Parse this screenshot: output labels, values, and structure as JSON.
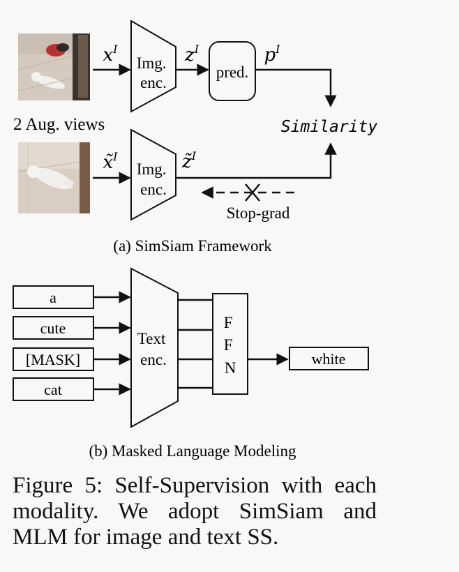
{
  "colors": {
    "ink": "#111111",
    "background": "#f8f8f8",
    "photo_floor": "#d2c9bc",
    "cat_fur": "#f2f0ec"
  },
  "icons": {
    "aug_view_top": "cat-photo-icon",
    "aug_view_bottom": "cat-photo-icon",
    "stop_grad_mark": "cross-icon"
  },
  "simsiam": {
    "aug_views_label": "2 Aug. views",
    "encoder_top": [
      "Img.",
      "enc."
    ],
    "encoder_bottom": [
      "Img.",
      "enc."
    ],
    "predictor": "pred.",
    "x_label": {
      "base": "x",
      "sup": "I"
    },
    "z_label": {
      "base": "z",
      "sup": "I"
    },
    "p_label": {
      "base": "p",
      "sup": "I"
    },
    "x_tilde_label": {
      "base": "x̃",
      "sup": "I"
    },
    "z_tilde_label": {
      "base": "z̃",
      "sup": "I"
    },
    "similarity": "Similarity",
    "stop_grad": "Stop-grad",
    "subcaption": "(a) SimSiam Framework"
  },
  "mlm": {
    "tokens": [
      "a",
      "cute",
      "[MASK]",
      "cat"
    ],
    "encoder": [
      "Text",
      "enc."
    ],
    "ffn": [
      "F",
      "F",
      "N"
    ],
    "output": "white",
    "subcaption": "(b) Masked Language Modeling"
  },
  "caption": "Figure 5: Self-Supervision with each modality.  We adopt SimSiam and MLM for image and text SS."
}
